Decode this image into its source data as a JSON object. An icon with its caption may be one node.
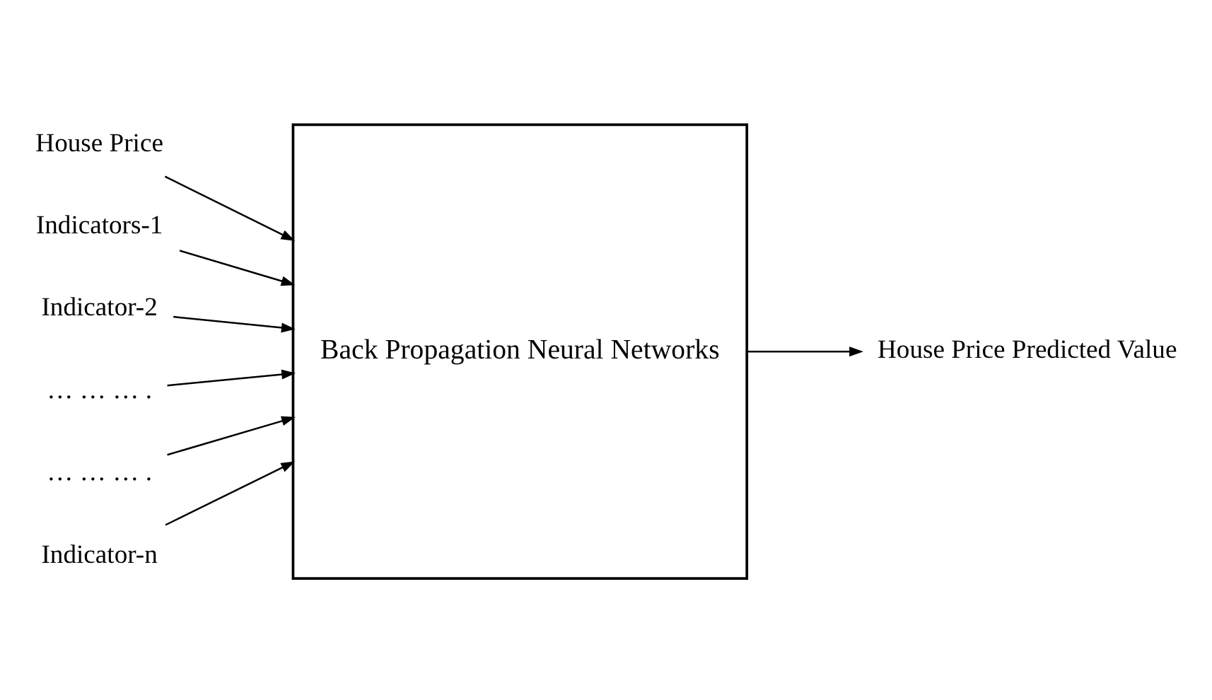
{
  "diagram": {
    "nodes": [
      {
        "text": [
          "House Price"
        ]
      },
      {
        "text": [
          "Indicators-1"
        ]
      },
      {
        "text": [
          "Indicator-2"
        ]
      },
      {
        "text": [
          "… … … ."
        ]
      },
      {
        "text": [
          "… … … ."
        ]
      },
      {
        "text": [
          "Indicator-n"
        ]
      },
      {
        "text": [
          "Back Propagation Neural Networks"
        ]
      },
      {
        "text": [
          "House Price Predicted Value"
        ]
      }
    ],
    "edges": [
      {
        "from": 0,
        "to": 6,
        "arrow": "to"
      },
      {
        "from": 1,
        "to": 6,
        "arrow": "to"
      },
      {
        "from": 2,
        "to": 6,
        "arrow": "to"
      },
      {
        "from": 3,
        "to": 6,
        "arrow": "to"
      },
      {
        "from": 4,
        "to": 6,
        "arrow": "to"
      },
      {
        "from": 5,
        "to": 6,
        "arrow": "to"
      },
      {
        "from": 6,
        "to": 7,
        "arrow": "to"
      }
    ]
  }
}
